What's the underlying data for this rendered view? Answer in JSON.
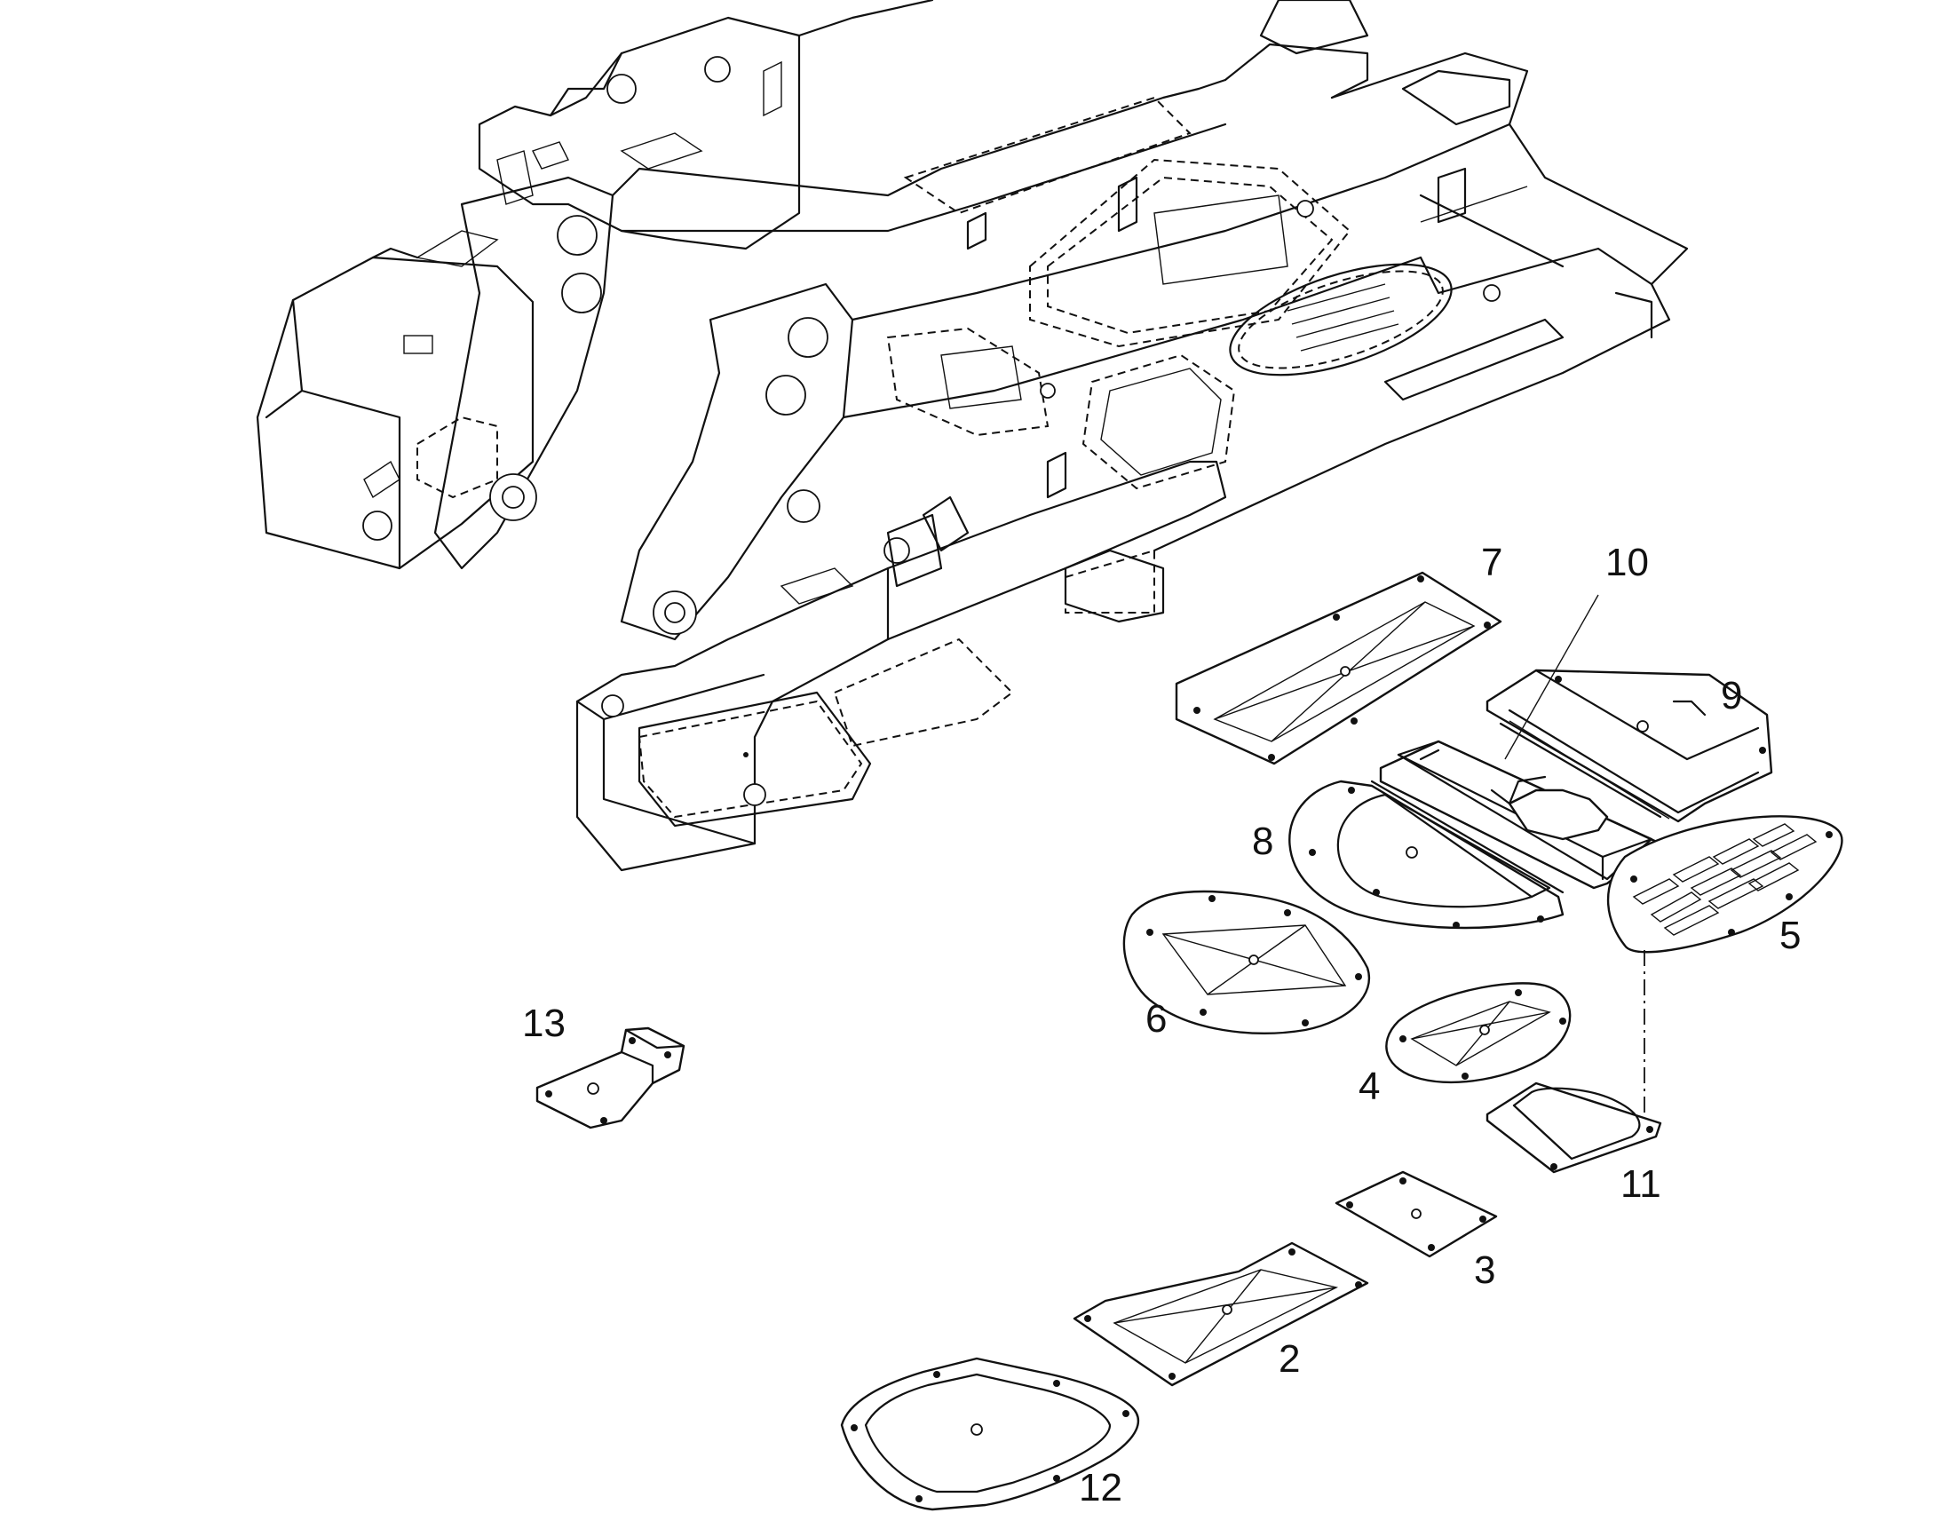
{
  "callouts": [
    {
      "id": "1",
      "text": "7"
    },
    {
      "id": "2",
      "text": "10"
    },
    {
      "id": "3",
      "text": "9"
    },
    {
      "id": "4",
      "text": "8"
    },
    {
      "id": "5",
      "text": "5"
    },
    {
      "id": "6",
      "text": "6"
    },
    {
      "id": "7",
      "text": "13"
    },
    {
      "id": "8",
      "text": "4"
    },
    {
      "id": "9",
      "text": "11"
    },
    {
      "id": "10",
      "text": "3"
    },
    {
      "id": "11",
      "text": "2"
    },
    {
      "id": "12",
      "text": "12"
    }
  ]
}
